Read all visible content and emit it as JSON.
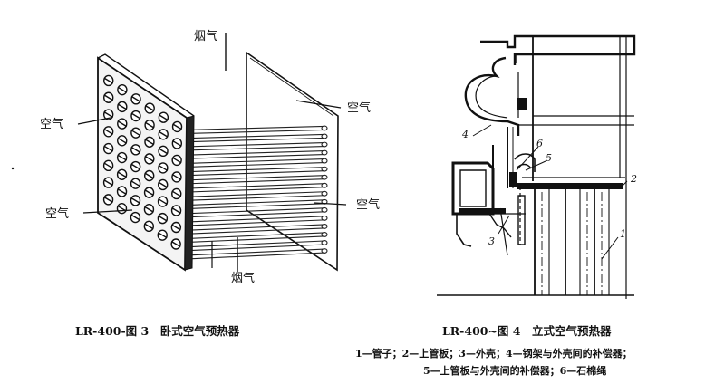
{
  "figure3": {
    "caption": "LR-400-图 3　卧式空气预热器",
    "labels": {
      "flue_gas_top": "烟气",
      "flue_gas_bottom": "烟气",
      "air_left_top": "空气",
      "air_left_bottom": "空气",
      "air_right_top": "空气",
      "air_right_bottom": "空气"
    }
  },
  "figure4": {
    "caption": "LR-400~图 4　立式空气预热器",
    "legend_line1": "1—管子；2—上管板；3—外壳；4—钢架与外壳间的补偿器；",
    "legend_line2": "5—上管板与外壳间的补偿器；6—石棉绳",
    "part_numbers": [
      "1",
      "2",
      "3",
      "4",
      "5",
      "6"
    ]
  }
}
